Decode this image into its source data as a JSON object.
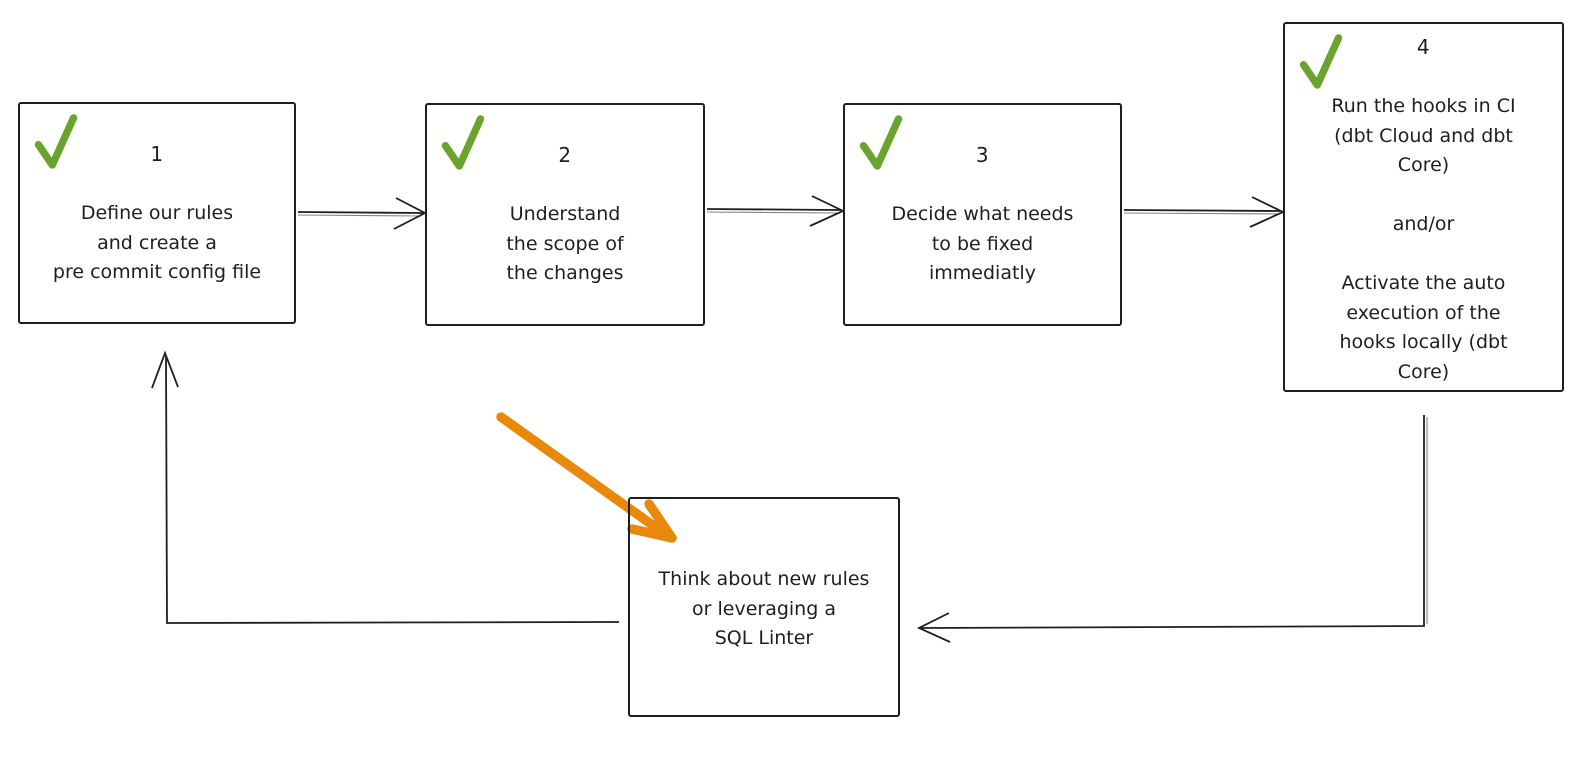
{
  "colors": {
    "ink": "#1e1e1e",
    "check_green": "#6aa42d",
    "arrow_orange": "#e8890c",
    "background": "#ffffff"
  },
  "steps": [
    {
      "number": "1",
      "checked": true,
      "lines": [
        "Define our rules",
        "and create a",
        "pre commit config file"
      ]
    },
    {
      "number": "2",
      "checked": true,
      "lines": [
        "Understand",
        "the scope of",
        "the changes"
      ]
    },
    {
      "number": "3",
      "checked": true,
      "lines": [
        "Decide what needs",
        "to be fixed",
        "immediatly"
      ]
    },
    {
      "number": "4",
      "checked": true,
      "lines": [
        "Run the hooks in CI",
        "(dbt Cloud and dbt",
        "Core)",
        "",
        "and/or",
        "",
        "Activate the auto",
        "execution of the",
        "hooks locally (dbt",
        "Core)"
      ]
    }
  ],
  "loop_box": {
    "lines": [
      "Think about new rules",
      "or leveraging a",
      "SQL Linter"
    ]
  }
}
